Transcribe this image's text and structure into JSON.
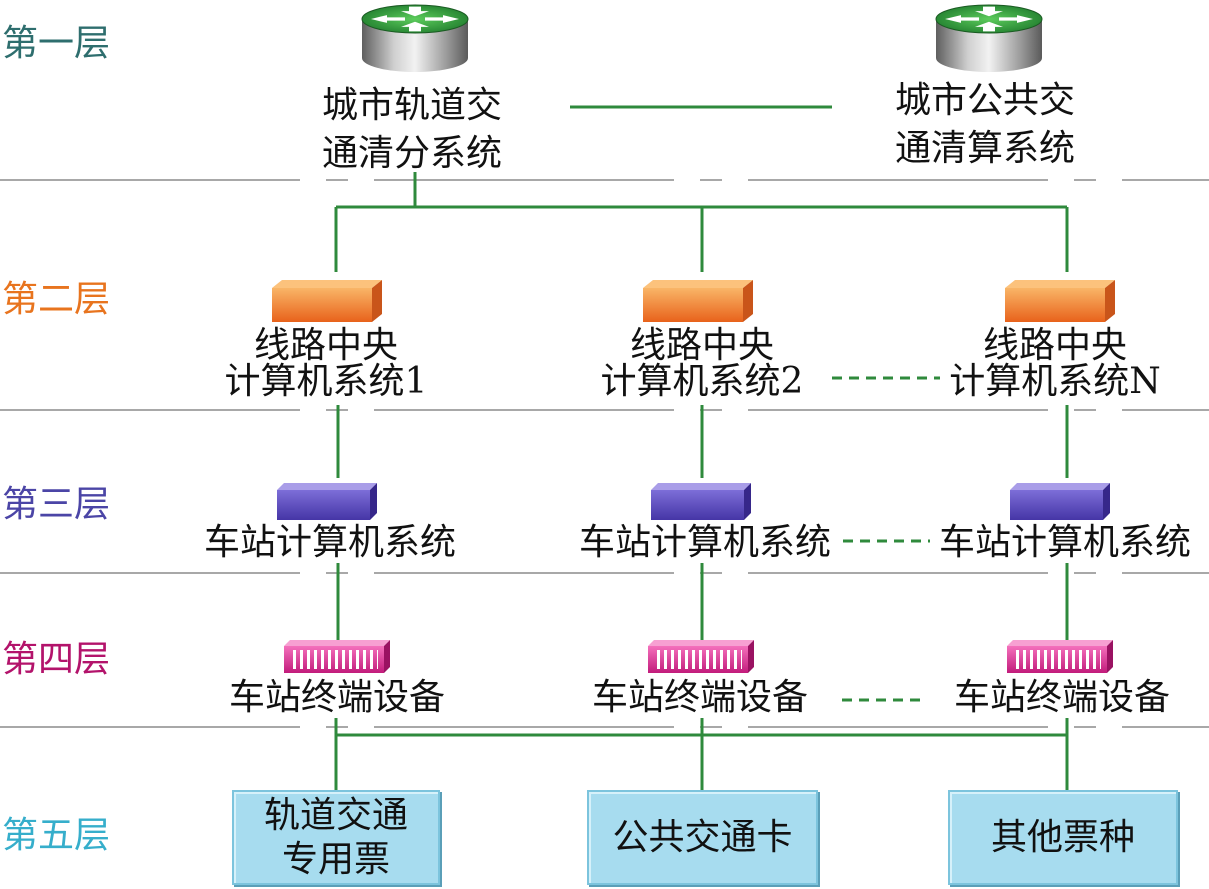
{
  "layer_labels": [
    {
      "text": "第一层",
      "color": "#2e6e6e"
    },
    {
      "text": "第二层",
      "color": "#e8741e"
    },
    {
      "text": "第三层",
      "color": "#4b45a6"
    },
    {
      "text": "第四层",
      "color": "#b3136b"
    },
    {
      "text": "第五层",
      "color": "#36aecb"
    }
  ],
  "layer1": {
    "nodes": [
      {
        "icon": "router-icon",
        "lines": [
          "城市轨道交",
          "通清分系统"
        ]
      },
      {
        "icon": "router-icon",
        "lines": [
          "城市公共交",
          "通清算系统"
        ]
      }
    ]
  },
  "layer2": {
    "nodes": [
      {
        "icon": "server-icon",
        "lines": [
          "线路中央",
          "计算机系统1"
        ]
      },
      {
        "icon": "server-icon",
        "lines": [
          "线路中央",
          "计算机系统2"
        ]
      },
      {
        "icon": "server-icon",
        "lines": [
          "线路中央",
          "计算机系统N"
        ]
      }
    ]
  },
  "layer3": {
    "nodes": [
      {
        "icon": "station-computer-icon",
        "lines": [
          "车站计算机系统"
        ]
      },
      {
        "icon": "station-computer-icon",
        "lines": [
          "车站计算机系统"
        ]
      },
      {
        "icon": "station-computer-icon",
        "lines": [
          "车站计算机系统"
        ]
      }
    ]
  },
  "layer4": {
    "nodes": [
      {
        "icon": "terminal-device-icon",
        "lines": [
          "车站终端设备"
        ]
      },
      {
        "icon": "terminal-device-icon",
        "lines": [
          "车站终端设备"
        ]
      },
      {
        "icon": "terminal-device-icon",
        "lines": [
          "车站终端设备"
        ]
      }
    ]
  },
  "layer5": {
    "nodes": [
      {
        "lines": [
          "轨道交通",
          "专用票"
        ]
      },
      {
        "lines": [
          "公共交通卡"
        ]
      },
      {
        "lines": [
          "其他票种"
        ]
      }
    ]
  },
  "colors": {
    "connector": "#2f8a3c",
    "separator": "#8c8c8c",
    "ticket_box": "#a7dcef",
    "node_text": "#111111"
  }
}
